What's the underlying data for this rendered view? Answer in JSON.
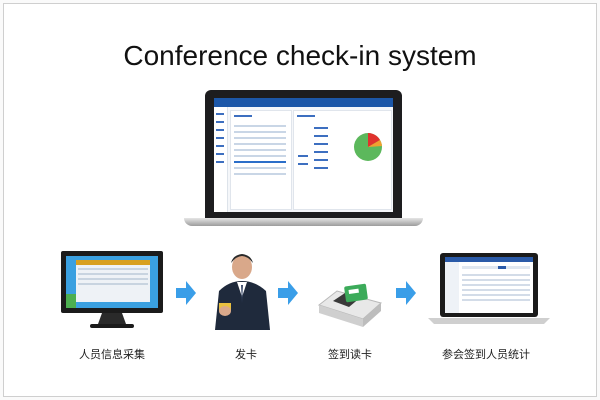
{
  "title": "Conference check-in system",
  "steps": [
    {
      "label": "人员信息采集"
    },
    {
      "label": "发卡"
    },
    {
      "label": "签到读卡"
    },
    {
      "label": "参会签到人员统计"
    }
  ],
  "colors": {
    "arrow": "#3a9ee8",
    "app_header": "#1c57a8",
    "pie_main": "#5cb85c",
    "pie_slice": "#e0322d",
    "pie_slice2": "#f0a030"
  },
  "icons": [
    "laptop-icon",
    "monitor-icon",
    "person-photo",
    "card-reader-icon",
    "small-laptop-icon",
    "arrow-right-icon"
  ]
}
